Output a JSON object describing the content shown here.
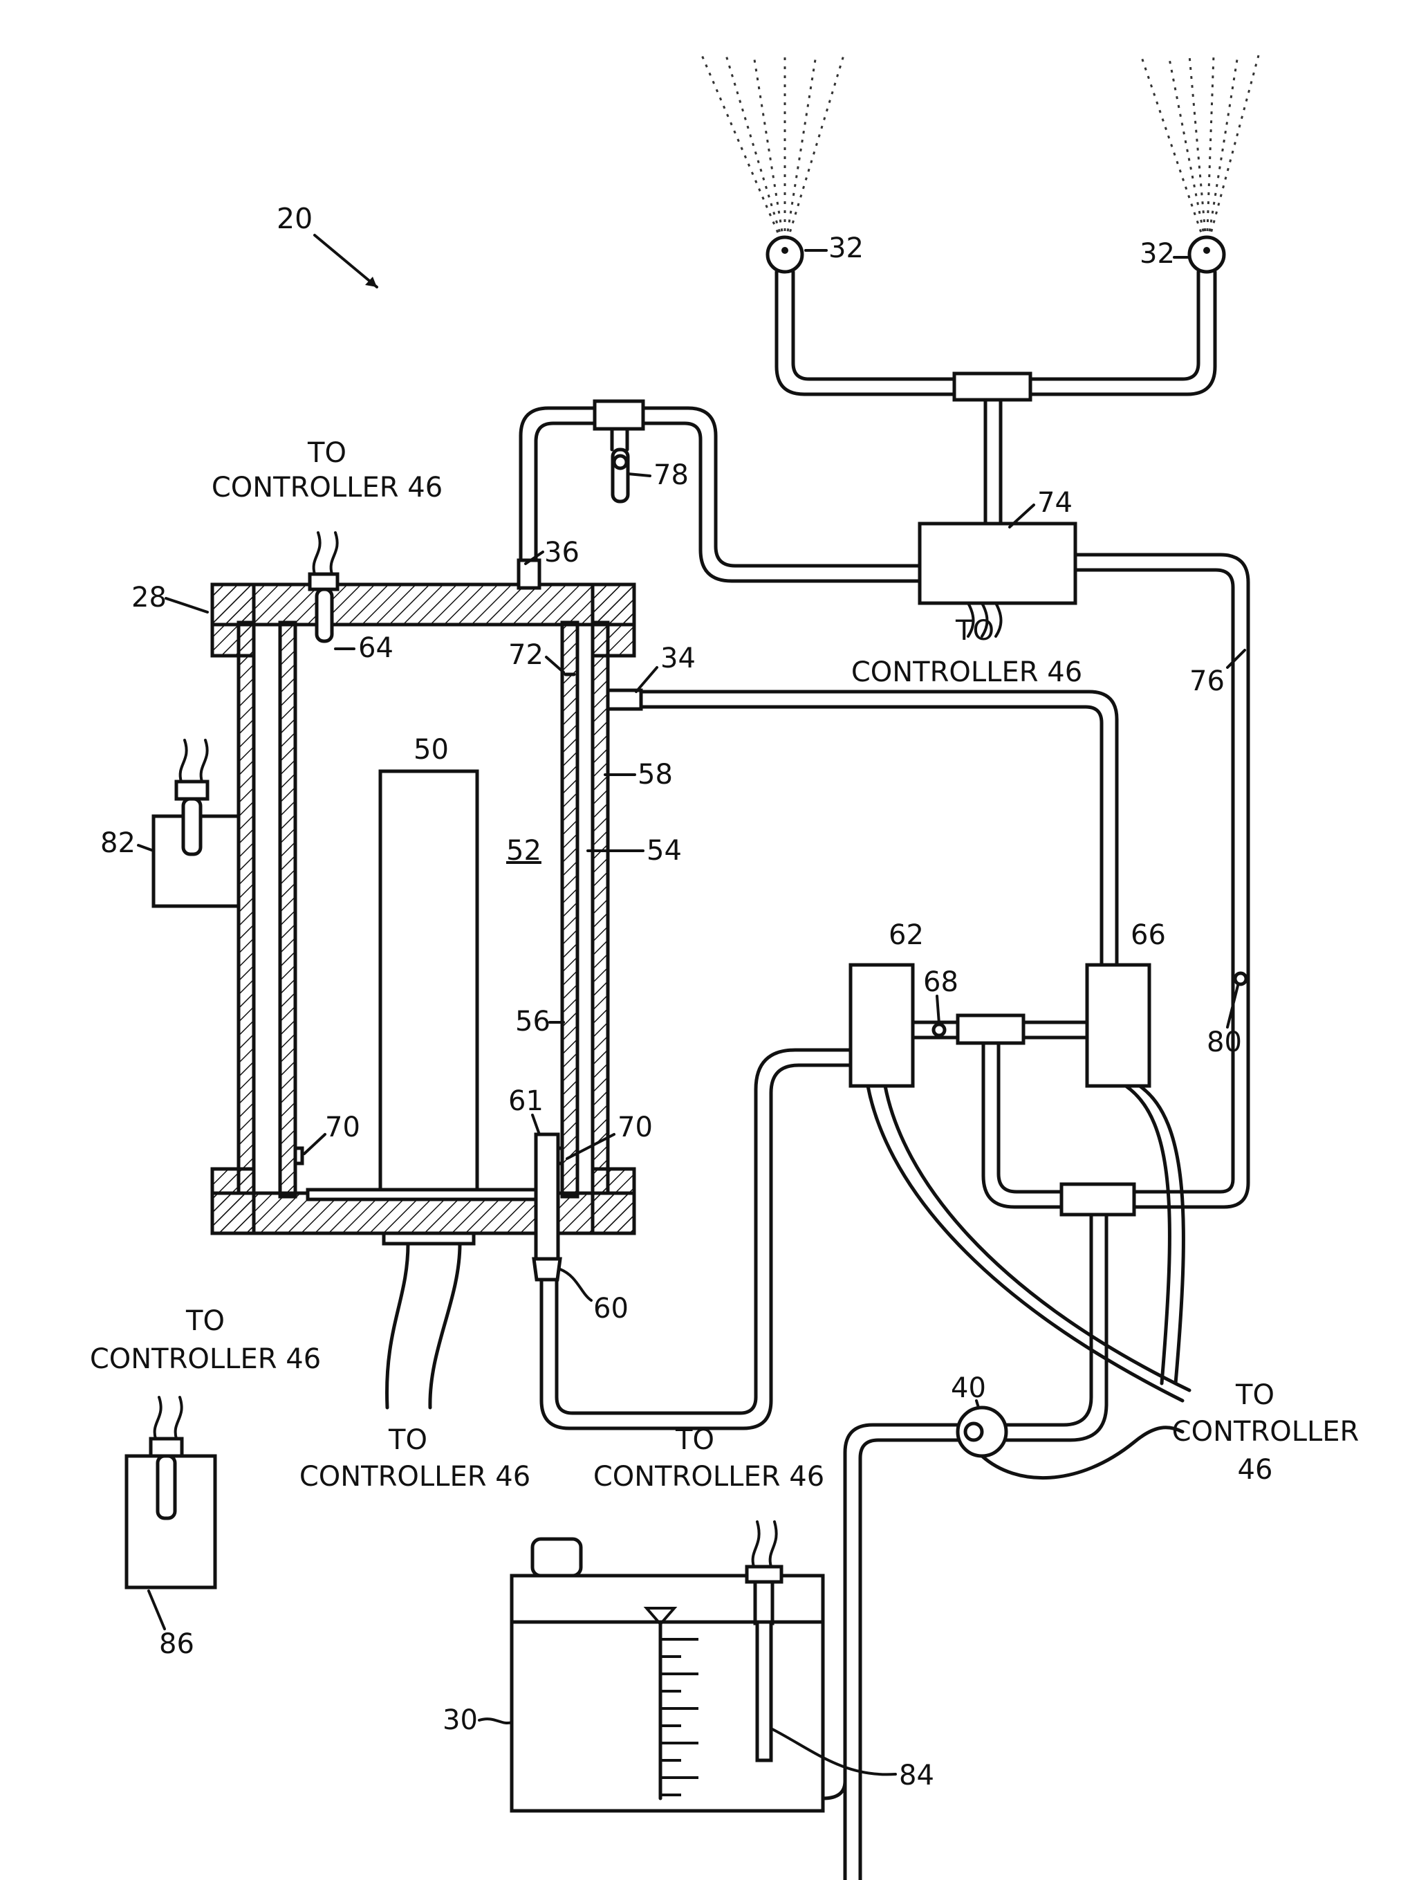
{
  "figure_number": "20",
  "components": {
    "tank_housing": "28",
    "reservoir": "30",
    "spray_nozzle_left": "32",
    "spray_nozzle_right": "32",
    "inlet_port": "34",
    "outlet_port": "36",
    "pump": "40",
    "filter_cartridge": "50",
    "chamber": "52",
    "annular_passage": "54",
    "inner_wall": "56",
    "outer_wall": "58",
    "drain_valve": "60",
    "drain_fitting": "61",
    "valve_62": "62",
    "sensor_64": "64",
    "valve_66": "66",
    "check_valve_68": "68",
    "standoff_left": "70",
    "standoff_right": "70",
    "vent_72": "72",
    "valve_74": "74",
    "return_line": "76",
    "sensor_78": "78",
    "check_valve_80": "80",
    "sensor_82": "82",
    "level_sensor": "84",
    "sensor_86": "86"
  },
  "controller_labels": {
    "top_line1": "TO",
    "top_line2": "CONTROLLER 46",
    "valve74_line1": "TO",
    "valve74_line2": "CONTROLLER 46",
    "left_line1": "TO",
    "left_line2": "CONTROLLER 46",
    "bottom_line1": "TO",
    "bottom_line2": "CONTROLLER 46",
    "reservoir_line1": "TO",
    "reservoir_line2": "CONTROLLER 46",
    "right_line1": "TO",
    "right_line2": "CONTROLLER",
    "right_line3": "46"
  }
}
